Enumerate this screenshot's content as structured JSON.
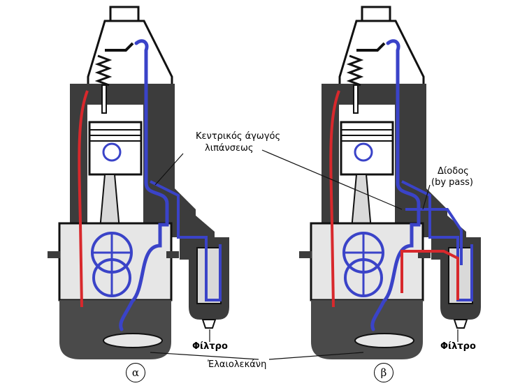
{
  "labels": {
    "central_line": [
      "Κεντρικός άγωγός",
      "λιπάνσεως"
    ],
    "bypass": [
      "Δίοδος",
      "(by pass)"
    ],
    "filter_a": "Φίλτρο",
    "filter_b": "Φίλτρο",
    "oil_pan": "Ἐλαιολεκάνη",
    "panel_a": "α",
    "panel_b": "β"
  },
  "colors": {
    "casting": "#3c3c3c",
    "oil": "#4a4a4a",
    "oil_line_blue": "#3a43c8",
    "oil_line_red": "#d8282c",
    "paper": "#ffffff",
    "ink": "#111111"
  }
}
